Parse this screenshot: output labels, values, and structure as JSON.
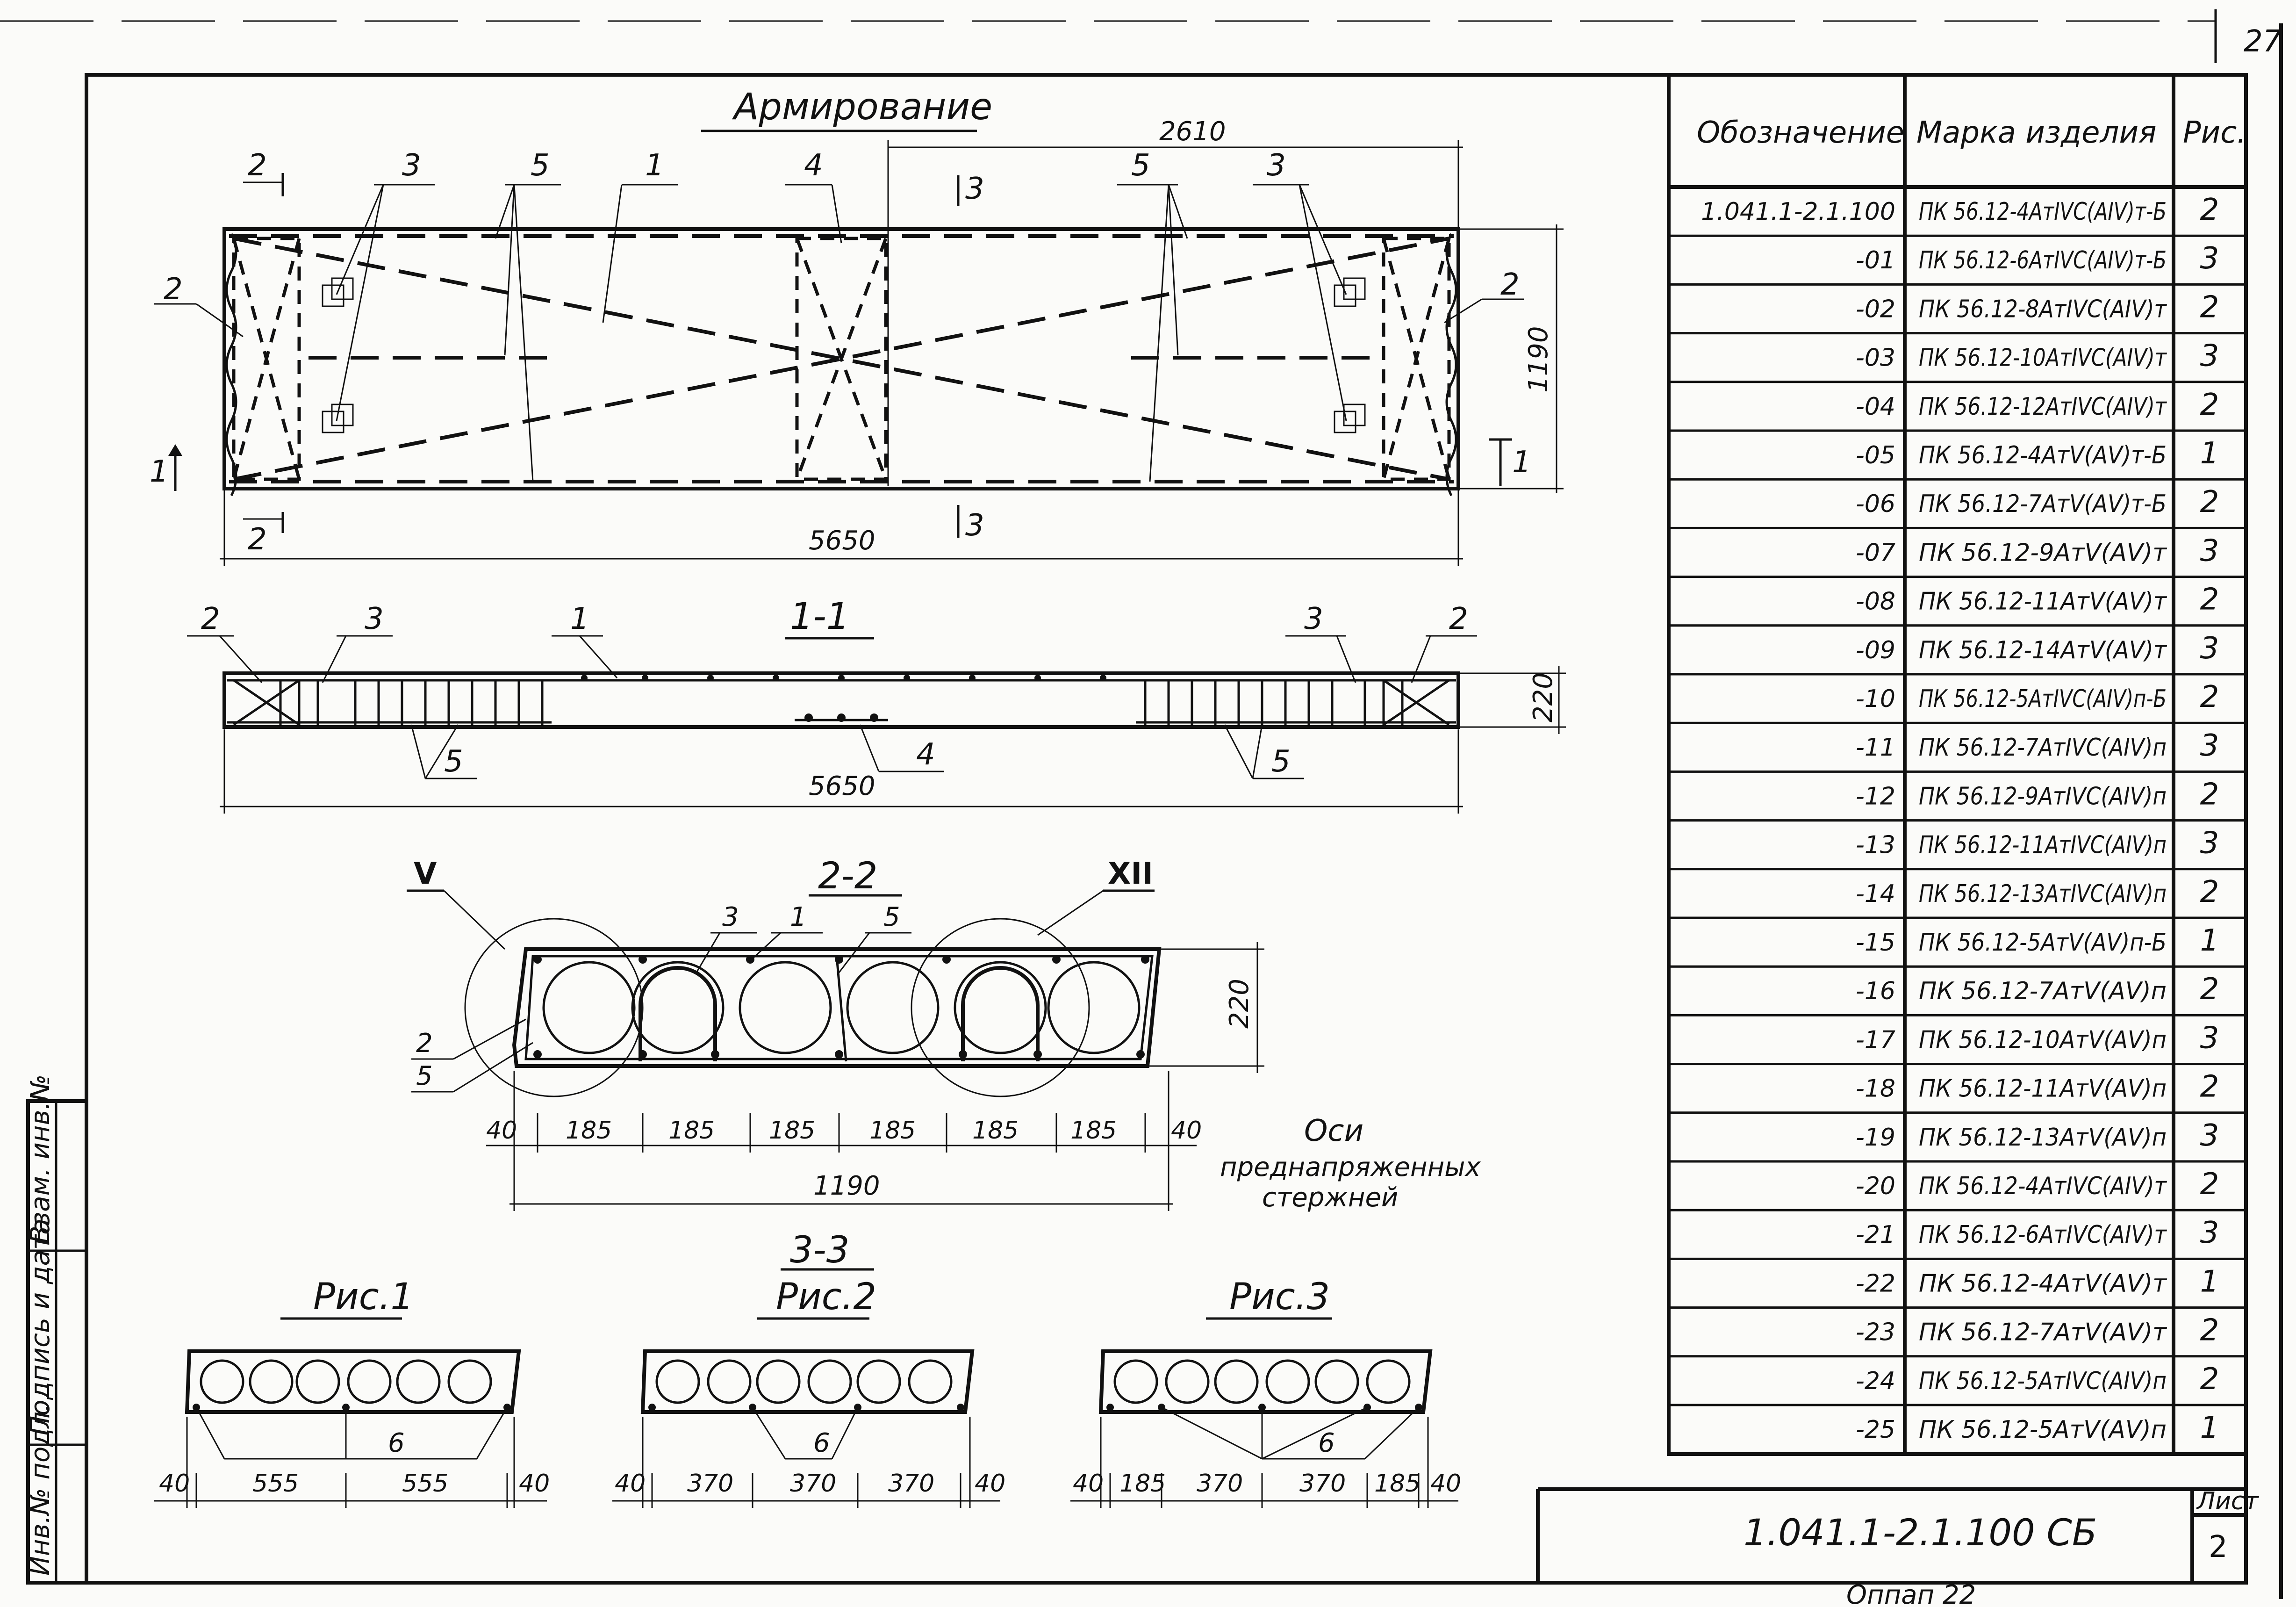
{
  "page_number": "27",
  "title": "Армирование",
  "plan": {
    "dim_length": "2610",
    "dim_full": "5650",
    "dim_width": "1190",
    "section_marks": {
      "s2": "2",
      "s1": "1",
      "s3": "3"
    },
    "callouts": {
      "c1": "1",
      "c2": "2",
      "c3": "3",
      "c4": "4",
      "c5": "5"
    }
  },
  "section_1_1": {
    "title": "1-1",
    "dim_length": "5650",
    "dim_height": "220",
    "callouts": {
      "c1": "1",
      "c2": "2",
      "c3": "3",
      "c4": "4",
      "c5": "5"
    }
  },
  "section_2_2": {
    "title": "2-2",
    "node_v": "V",
    "node_xii": "XII",
    "dim_height": "220",
    "dims": [
      "40",
      "185",
      "185",
      "185",
      "185",
      "185",
      "185",
      "40"
    ],
    "dim_total": "1190",
    "axes_note": [
      "Оси",
      "преднапряженных",
      "стержней"
    ],
    "callouts": {
      "c1": "1",
      "c2": "2",
      "c3": "3",
      "c5": "5"
    }
  },
  "section_3_3": {
    "title": "3-3"
  },
  "figures": [
    {
      "title": "Рис.1",
      "callout": "6",
      "dims": [
        "40",
        "555",
        "555",
        "40"
      ]
    },
    {
      "title": "Рис.2",
      "callout": "6",
      "dims": [
        "40",
        "370",
        "370",
        "370",
        "40"
      ]
    },
    {
      "title": "Рис.3",
      "callout": "6",
      "dims": [
        "40",
        "185",
        "370",
        "370",
        "185",
        "40"
      ]
    }
  ],
  "table": {
    "headers": [
      "Обозначение",
      "Марка изделия",
      "Рис."
    ],
    "rows": [
      {
        "designation": "1.041.1-2.1.100",
        "mark": "ПК 56.12-4АтIVС(АIV)т-Б",
        "fig": "2"
      },
      {
        "designation": "-01",
        "mark": "ПК 56.12-6АтIVС(АIV)т-Б",
        "fig": "3"
      },
      {
        "designation": "-02",
        "mark": "ПК 56.12-8АтIVС(АIV)т",
        "fig": "2"
      },
      {
        "designation": "-03",
        "mark": "ПК 56.12-10АтIVС(АIV)т",
        "fig": "3"
      },
      {
        "designation": "-04",
        "mark": "ПК 56.12-12АтIVС(АIV)т",
        "fig": "2"
      },
      {
        "designation": "-05",
        "mark": "ПК 56.12-4АтV(АV)т-Б",
        "fig": "1"
      },
      {
        "designation": "-06",
        "mark": "ПК 56.12-7АтV(АV)т-Б",
        "fig": "2"
      },
      {
        "designation": "-07",
        "mark": "ПК 56.12-9АтV(АV)т",
        "fig": "3"
      },
      {
        "designation": "-08",
        "mark": "ПК 56.12-11АтV(АV)т",
        "fig": "2"
      },
      {
        "designation": "-09",
        "mark": "ПК 56.12-14АтV(АV)т",
        "fig": "3"
      },
      {
        "designation": "-10",
        "mark": "ПК 56.12-5АтIVС(АIV)п-Б",
        "fig": "2"
      },
      {
        "designation": "-11",
        "mark": "ПК 56.12-7АтIVС(АIV)п",
        "fig": "3"
      },
      {
        "designation": "-12",
        "mark": "ПК 56.12-9АтIVС(АIV)п",
        "fig": "2"
      },
      {
        "designation": "-13",
        "mark": "ПК 56.12-11АтIVС(АIV)п",
        "fig": "3"
      },
      {
        "designation": "-14",
        "mark": "ПК 56.12-13АтIVС(АIV)п",
        "fig": "2"
      },
      {
        "designation": "-15",
        "mark": "ПК 56.12-5АтV(АV)п-Б",
        "fig": "1"
      },
      {
        "designation": "-16",
        "mark": "ПК 56.12-7АтV(АV)п",
        "fig": "2"
      },
      {
        "designation": "-17",
        "mark": "ПК 56.12-10АтV(АV)п",
        "fig": "3"
      },
      {
        "designation": "-18",
        "mark": "ПК 56.12-11АтV(АV)п",
        "fig": "2"
      },
      {
        "designation": "-19",
        "mark": "ПК 56.12-13АтV(АV)п",
        "fig": "3"
      },
      {
        "designation": "-20",
        "mark": "ПК 56.12-4АтIVС(АIV)т",
        "fig": "2"
      },
      {
        "designation": "-21",
        "mark": "ПК 56.12-6АтIVС(АIV)т",
        "fig": "3"
      },
      {
        "designation": "-22",
        "mark": "ПК 56.12-4АтV(АV)т",
        "fig": "1"
      },
      {
        "designation": "-23",
        "mark": "ПК 56.12-7АтV(АV)т",
        "fig": "2"
      },
      {
        "designation": "-24",
        "mark": "ПК 56.12-5АтIVС(АIV)п",
        "fig": "2"
      },
      {
        "designation": "-25",
        "mark": "ПК 56.12-5АтV(АV)п",
        "fig": "1"
      }
    ]
  },
  "title_block": {
    "doc_code": "1.041.1-2.1.100 СБ",
    "sheet_label": "Лист",
    "sheet_number": "2"
  },
  "side_stamp": {
    "cells": [
      "Инв.№ подл.",
      "Подпись и дата",
      "Взам. инв.№"
    ]
  },
  "bottom_fragment": "Оппап 22"
}
